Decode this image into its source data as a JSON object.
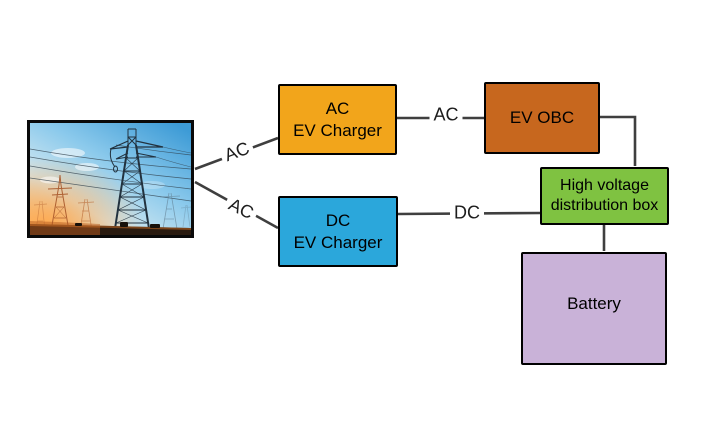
{
  "colors": {
    "ac_charger": "#F2A51B",
    "dc_charger": "#2BA7DB",
    "ev_obc": "#C7671E",
    "hv_box": "#7FC241",
    "battery": "#C9B2D8",
    "connector": "#3F3F3F"
  },
  "nodes": {
    "ac_charger": {
      "line1": "AC",
      "line2": "EV Charger"
    },
    "dc_charger": {
      "line1": "DC",
      "line2": "EV Charger"
    },
    "ev_obc": {
      "label": "EV OBC"
    },
    "hv_box": {
      "line1": "High voltage",
      "line2": "distribution box"
    },
    "battery": {
      "label": "Battery"
    }
  },
  "edge_labels": {
    "grid_to_ac": "AC",
    "grid_to_dc": "AC",
    "ac_to_obc": "AC",
    "dc_to_hv": "DC"
  }
}
